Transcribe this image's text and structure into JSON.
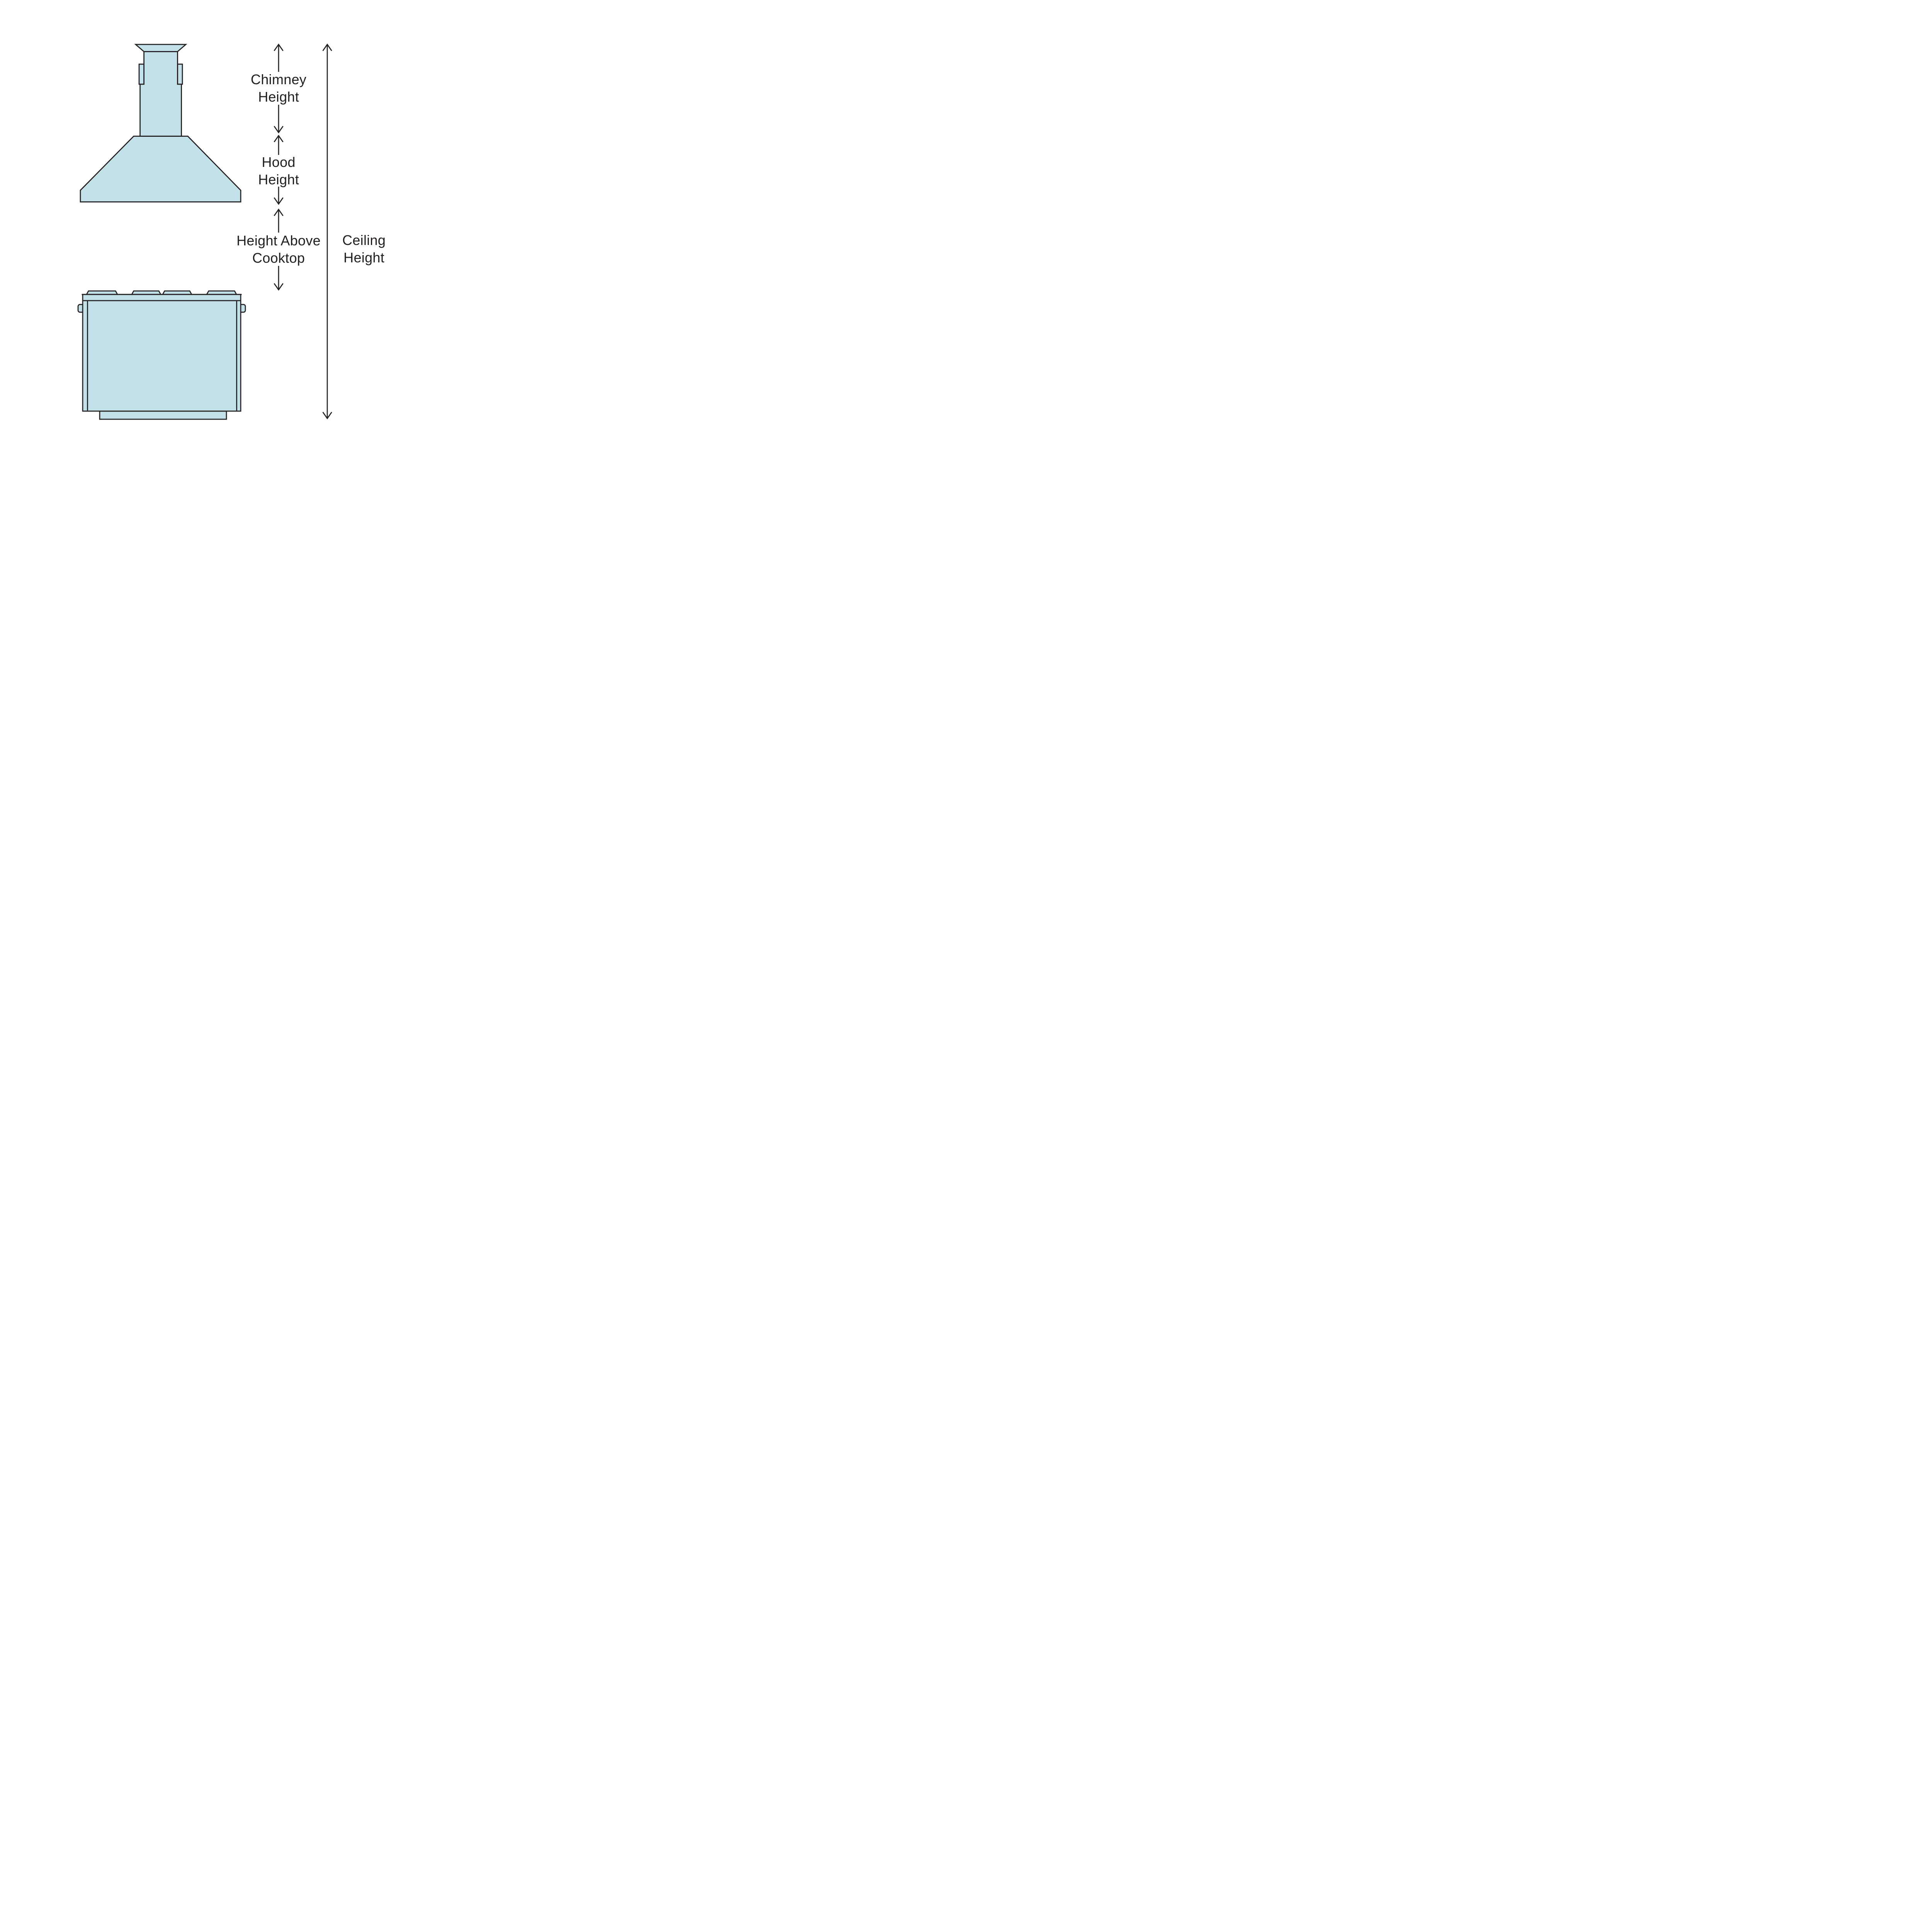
{
  "colors": {
    "fill": "#c3e1e9",
    "stroke": "#231f20",
    "text": "#231f20",
    "background": "#ffffff"
  },
  "labels": {
    "chimney_height": "Chimney\nHeight",
    "hood_height": "Hood\nHeight",
    "height_above_cooktop": "Height Above\nCooktop",
    "ceiling_height": "Ceiling\nHeight"
  },
  "icons": {
    "chimney_height_arrow": "double-headed-vertical-arrow",
    "hood_height_arrow": "double-headed-vertical-arrow",
    "height_above_cooktop_arrow": "double-headed-vertical-arrow",
    "ceiling_height_arrow": "double-headed-vertical-arrow"
  },
  "figures": {
    "range_hood": "wall-mounted-range-hood-with-chimney",
    "cooktop": "freestanding-range-with-cooktop"
  }
}
